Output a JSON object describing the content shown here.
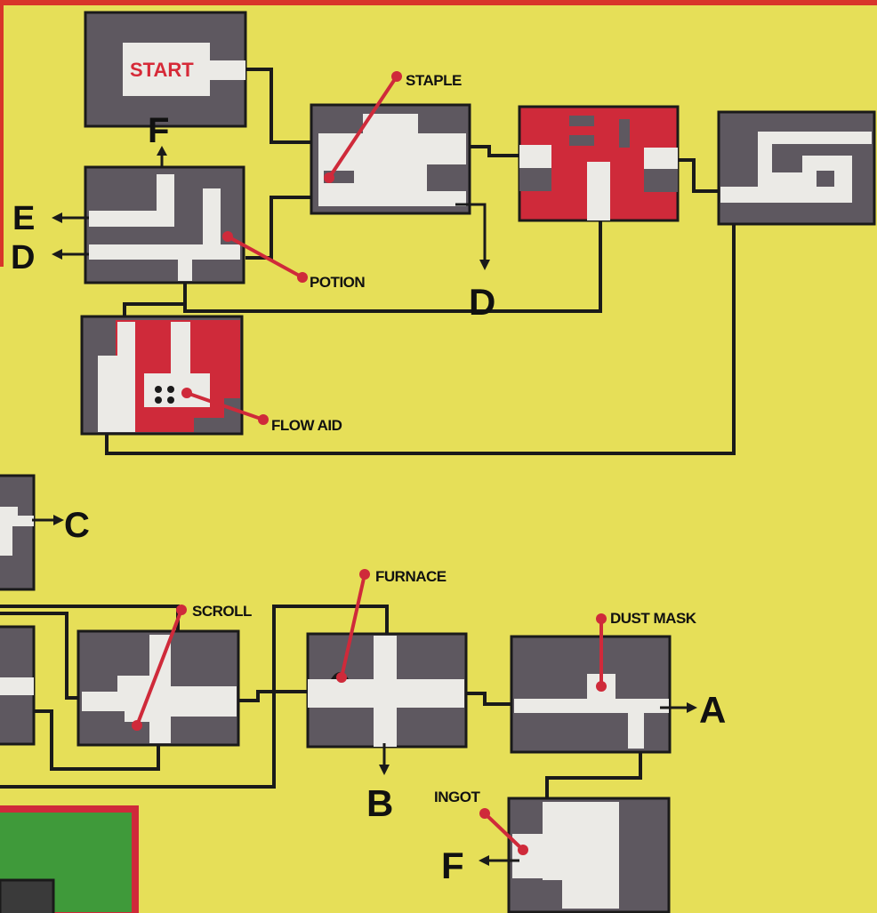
{
  "map": {
    "start_label": "START",
    "items": {
      "staple": "STAPLE",
      "potion": "POTION",
      "flow_aid": "FLOW AID",
      "scroll": "SCROLL",
      "furnace": "FURNACE",
      "dust_mask": "DUST MASK",
      "ingot": "INGOT"
    },
    "exits": {
      "f_top": "F",
      "e_left": "E",
      "d_left": "D",
      "d_mid": "D",
      "c_right": "C",
      "b_bottom": "B",
      "a_right": "A",
      "f_bottom": "F"
    },
    "colors": {
      "background": "#e6df58",
      "wall": "#5e5860",
      "wall_red": "#cf2a3a",
      "floor": "#ebeae6",
      "pointer": "#cf2a3a",
      "border": "#d8352a",
      "green_room": "#3f9a3a"
    }
  }
}
